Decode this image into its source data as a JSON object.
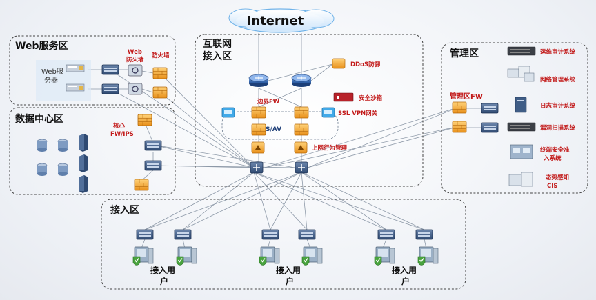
{
  "internet": {
    "label": "Internet"
  },
  "zones": {
    "web": {
      "title": "Web服务区",
      "server_label_1": "Web服",
      "server_label_2": "务器",
      "waf_label_1": "Web",
      "waf_label_2": "防火墙",
      "fw_label": "防火墙"
    },
    "dc": {
      "title": "数据中心区",
      "core_fw_1": "核心",
      "core_fw_2": "FW/IPS"
    },
    "internet_access": {
      "title_1": "互联网",
      "title_2": "接入区",
      "ddos": "DDoS防御",
      "border_fw": "边界FW",
      "sandbox": "安全沙箱",
      "ssl_vpn": "SSL VPN网关",
      "ips_av": "IPS/AV",
      "behavior": "上网行为管理"
    },
    "mgmt": {
      "title": "管理区",
      "mgmt_fw": "管理区FW",
      "items": [
        {
          "label": "运维审计系统",
          "icon": "rack-server-icon"
        },
        {
          "label": "网络管理系统",
          "icon": "server-cluster-icon"
        },
        {
          "label": "日志审计系统",
          "icon": "log-server-icon"
        },
        {
          "label": "漏洞扫描系统",
          "icon": "rack-server-icon"
        },
        {
          "label_1": "终端安全准",
          "label_2": "入系统",
          "icon": "endpoint-security-icon"
        },
        {
          "label_1": "态势感知",
          "label_2": "CIS",
          "icon": "situational-awareness-icon"
        }
      ]
    },
    "access": {
      "title": "接入区",
      "groups": [
        {
          "label_1": "接入用",
          "label_2": "户"
        },
        {
          "label_1": "接入用",
          "label_2": "户"
        },
        {
          "label_1": "接入用",
          "label_2": "户"
        }
      ]
    }
  },
  "colors": {
    "red_label": "#c21a1a",
    "firewall": "#f5a623",
    "switch": "#3d5a85",
    "router": "#2f5fa8",
    "zone_border": "#444444"
  }
}
